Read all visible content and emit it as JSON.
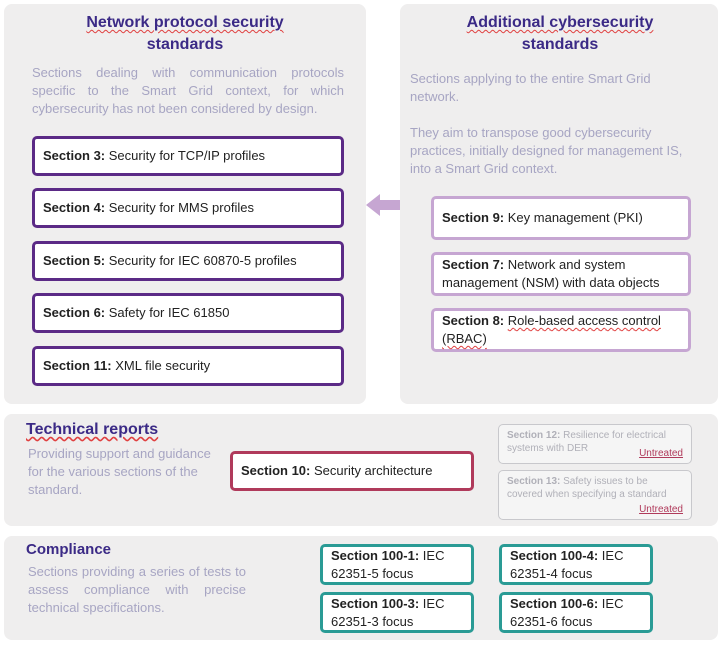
{
  "network": {
    "title_line1": "Network protocol security",
    "title_line2": "standards",
    "description": "Sections dealing with communication protocols specific to the Smart Grid context, for which cybersecurity has not been considered by design.",
    "sections": [
      {
        "label": "Section 3:",
        "text": "Security for TCP/IP profiles"
      },
      {
        "label": "Section 4:",
        "text": "Security for MMS profiles"
      },
      {
        "label": "Section 5:",
        "text": "Security for IEC 60870-5 profiles"
      },
      {
        "label": "Section 6:",
        "text": "Safety for IEC 61850"
      },
      {
        "label": "Section 11:",
        "text": "XML file security"
      }
    ]
  },
  "additional": {
    "title_line1": "Additional cybersecurity",
    "title_line2": "standards",
    "description1": "Sections applying to the entire Smart Grid network.",
    "description2": "They aim to transpose good cybersecurity practices, initially designed for management IS, into a Smart Grid context.",
    "sections": [
      {
        "label": "Section 9:",
        "text": "Key management (PKI)"
      },
      {
        "label": "Section 7:",
        "text": "Network and system management (NSM) with data objects"
      },
      {
        "label": "Section 8:",
        "text": "Role-based access control (RBAC)"
      }
    ]
  },
  "technical": {
    "title": "Technical reports",
    "description": "Providing support and guidance for the various sections of the standard.",
    "main": {
      "label": "Section 10:",
      "text": "Security architecture"
    },
    "untreated_items": [
      {
        "label": "Section 12:",
        "text": "Resilience for electrical systems with DER",
        "status": "Untreated"
      },
      {
        "label": "Section 13:",
        "text": "Safety issues to be covered when specifying a standard",
        "status": "Untreated"
      }
    ]
  },
  "compliance": {
    "title": "Compliance",
    "description": "Sections providing a series of tests to assess compliance with precise technical specifications.",
    "sections": [
      {
        "label": "Section 100-1:",
        "text": "IEC 62351-5 focus"
      },
      {
        "label": "Section 100-4:",
        "text": "IEC 62351-4 focus"
      },
      {
        "label": "Section 100-3:",
        "text": "IEC 62351-3 focus"
      },
      {
        "label": "Section 100-6:",
        "text": "IEC 62351-6 focus"
      }
    ]
  },
  "colors": {
    "title": "#3b2a86",
    "network_border": "#5b2a86",
    "additional_border": "#c6a6d2",
    "technical_border": "#b03a5b",
    "compliance_border": "#2a9b95",
    "description": "#a7a5c3",
    "panel": "#efeeee"
  }
}
